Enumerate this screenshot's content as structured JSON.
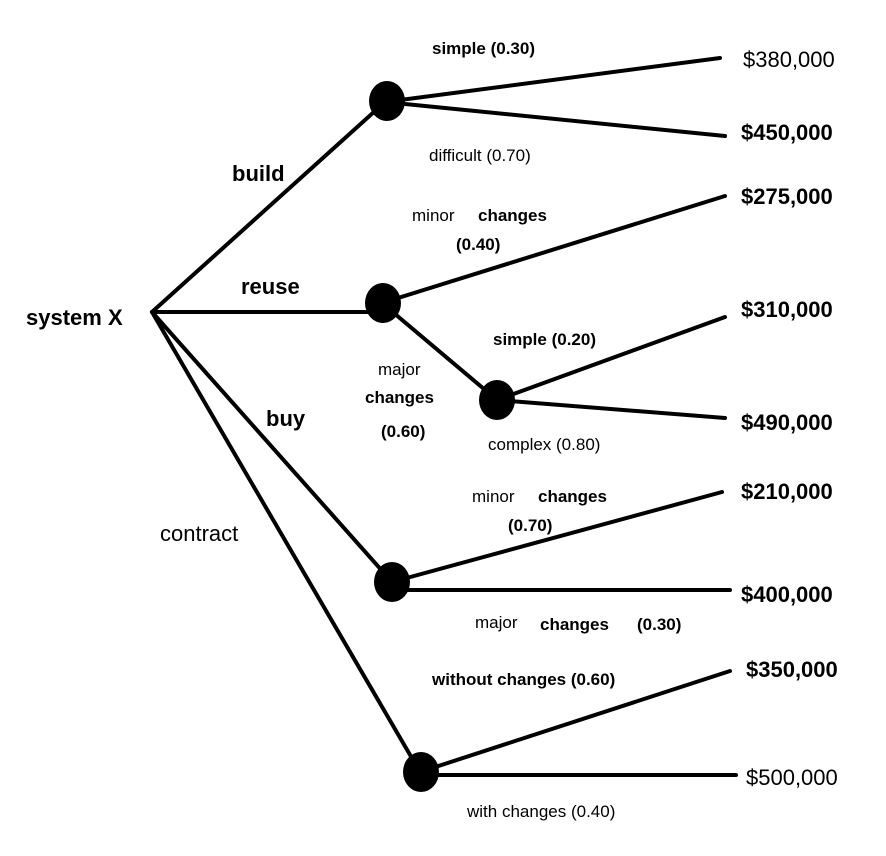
{
  "root": {
    "label": "system X"
  },
  "alternatives": {
    "build": "build",
    "reuse": "reuse",
    "buy": "buy",
    "contract": "contract"
  },
  "outcomes": {
    "build_simple": {
      "label": "simple (0.30)",
      "value": "$380,000"
    },
    "build_difficult": {
      "label": "difficult (0.70)",
      "value": "$450,000"
    },
    "reuse_minor": {
      "label_a": "minor",
      "label_b": "changes",
      "label_c": "(0.40)",
      "value": "$275,000"
    },
    "reuse_major": {
      "label_a": "major",
      "label_b": "changes",
      "label_c": "(0.60)"
    },
    "reuse_major_simple": {
      "label": "simple (0.20)",
      "value": "$310,000"
    },
    "reuse_major_complex": {
      "label": "complex (0.80)",
      "value": "$490,000"
    },
    "buy_minor": {
      "label_a": "minor",
      "label_b": "changes",
      "label_c": "(0.70)",
      "value": "$210,000"
    },
    "buy_major": {
      "label_a": "major",
      "label_b": "changes",
      "label_c": "(0.30)",
      "value": "$400,000"
    },
    "contract_without": {
      "label": "without changes (0.60)",
      "value": "$350,000"
    },
    "contract_with": {
      "label": "with changes (0.40)",
      "value": "$500,000"
    }
  },
  "colors": {
    "line": "#000000",
    "background": "#ffffff"
  }
}
